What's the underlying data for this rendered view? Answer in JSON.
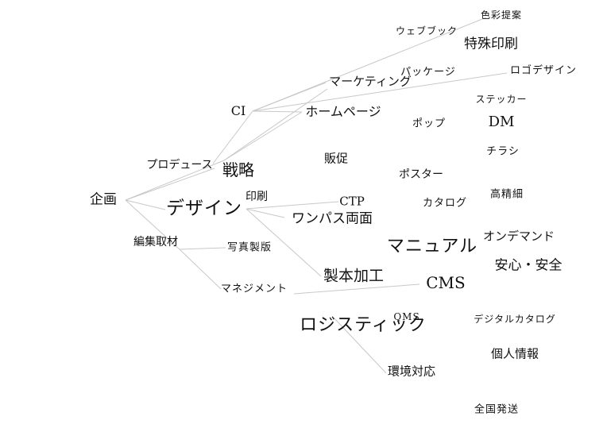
{
  "terms": {
    "kikaku": "企画",
    "design": "デザイン",
    "senryaku": "戦略",
    "produce": "プロデュース",
    "ci": "CI",
    "marketing": "マーケティング",
    "homepage": "ホームページ",
    "webbook": "ウェブブック",
    "shikisai": "色彩提案",
    "tokushu": "特殊印刷",
    "package": "パッケージ",
    "logo": "ロゴデザイン",
    "sticker": "ステッカー",
    "pop": "ポップ",
    "dm": "DM",
    "hansoku": "販促",
    "chirashi": "チラシ",
    "poster": "ポスター",
    "insatsu": "印刷",
    "ctp": "CTP",
    "catalog": "カタログ",
    "koseisai": "高精細",
    "onepass": "ワンパス両面",
    "henshu": "編集取材",
    "manual": "マニュアル",
    "ondemand": "オンデマンド",
    "shashin": "写真製版",
    "anshin": "安心・安全",
    "seihon": "製本加工",
    "cms": "CMS",
    "management": "マネジメント",
    "qms": "QMS",
    "logistics": "ロジスティック",
    "digitalcatalog": "デジタルカタログ",
    "kojin": "個人情報",
    "kankyo": "環境対応",
    "zenkoku": "全国発送"
  }
}
